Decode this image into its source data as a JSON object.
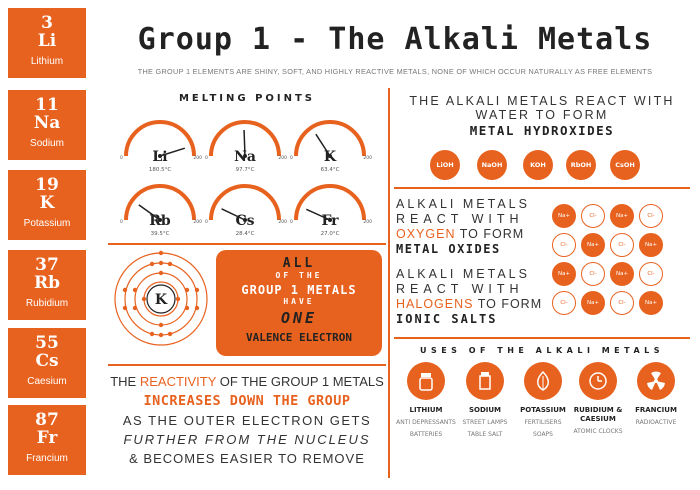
{
  "colors": {
    "accent": "#e8621f"
  },
  "elements": [
    {
      "number": "3",
      "symbol": "Li",
      "name": "Lithium"
    },
    {
      "number": "11",
      "symbol": "Na",
      "name": "Sodium"
    },
    {
      "number": "19",
      "symbol": "K",
      "name": "Potassium"
    },
    {
      "number": "37",
      "symbol": "Rb",
      "name": "Rubidium"
    },
    {
      "number": "55",
      "symbol": "Cs",
      "name": "Caesium"
    },
    {
      "number": "87",
      "symbol": "Fr",
      "name": "Francium"
    }
  ],
  "title": "Group 1 - The Alkali Metals",
  "subtitle": "THE GROUP 1 ELEMENTS ARE SHINY, SOFT, AND HIGHLY REACTIVE METALS, NONE OF WHICH OCCUR NATURALLY AS FREE ELEMENTS",
  "melting": {
    "heading": "MELTING POINTS",
    "scale_min": "0",
    "scale_max": "200",
    "gauges": [
      {
        "symbol": "Li",
        "value_label": "180.5°C",
        "value": 180.5
      },
      {
        "symbol": "Na",
        "value_label": "97.7°C",
        "value": 97.7
      },
      {
        "symbol": "K",
        "value_label": "63.4°C",
        "value": 63.4
      },
      {
        "symbol": "Rb",
        "value_label": "39.5°C",
        "value": 39.5
      },
      {
        "symbol": "Cs",
        "value_label": "28.4°C",
        "value": 28.4
      },
      {
        "symbol": "Fr",
        "value_label": "27.0°C",
        "value": 27.0
      }
    ]
  },
  "water": {
    "line1": "THE ALKALI METALS REACT WITH",
    "line2": "WATER TO FORM",
    "line3": "METAL HYDROXIDES",
    "compounds": [
      "LiOH",
      "NaOH",
      "KOH",
      "RbOH",
      "CsOH"
    ]
  },
  "oxygen": {
    "line1": "ALKALI METALS",
    "line2": "REACT WITH",
    "highlight": "OXYGEN",
    "line3_rest": " TO FORM",
    "line4": "METAL OXIDES"
  },
  "halogens": {
    "line1": "ALKALI METALS",
    "line2": "REACT WITH",
    "highlight": "HALOGENS",
    "line3_rest": " TO FORM",
    "line4": "IONIC SALTS"
  },
  "lattice": {
    "na": "Na+",
    "cl": "Cl-"
  },
  "atom": {
    "symbol": "K"
  },
  "valence": {
    "line1": "ALL",
    "line2": "OF THE",
    "line3": "GROUP 1 METALS",
    "line4": "HAVE",
    "line5": "ONE",
    "line6": "VALENCE ELECTRON"
  },
  "reactivity": {
    "l1_pre": "THE ",
    "l1_hl": "REACTIVITY",
    "l1_post": " OF THE GROUP 1 METALS",
    "l2": "INCREASES DOWN THE GROUP",
    "l3": "AS THE OUTER ELECTRON GETS",
    "l4": "FURTHER FROM THE NUCLEUS",
    "l5": "& BECOMES EASIER TO REMOVE"
  },
  "uses": {
    "heading": "USES OF THE ALKALI METALS",
    "items": [
      {
        "name": "LITHIUM",
        "icon": "pill-bottle-icon",
        "lines": [
          "ANTI DEPRESSANTS",
          "BATTERIES"
        ]
      },
      {
        "name": "SODIUM",
        "icon": "salt-shaker-icon",
        "lines": [
          "STREET LAMPS",
          "TABLE SALT"
        ]
      },
      {
        "name": "POTASSIUM",
        "icon": "leaf-icon",
        "lines": [
          "FERTILISERS",
          "SOAPS"
        ]
      },
      {
        "name": "RUBIDIUM & CAESIUM",
        "icon": "clock-icon",
        "lines": [
          "ATOMIC CLOCKS"
        ]
      },
      {
        "name": "FRANCIUM",
        "icon": "radioactive-icon",
        "lines": [
          "RADIOACTIVE"
        ]
      }
    ]
  }
}
